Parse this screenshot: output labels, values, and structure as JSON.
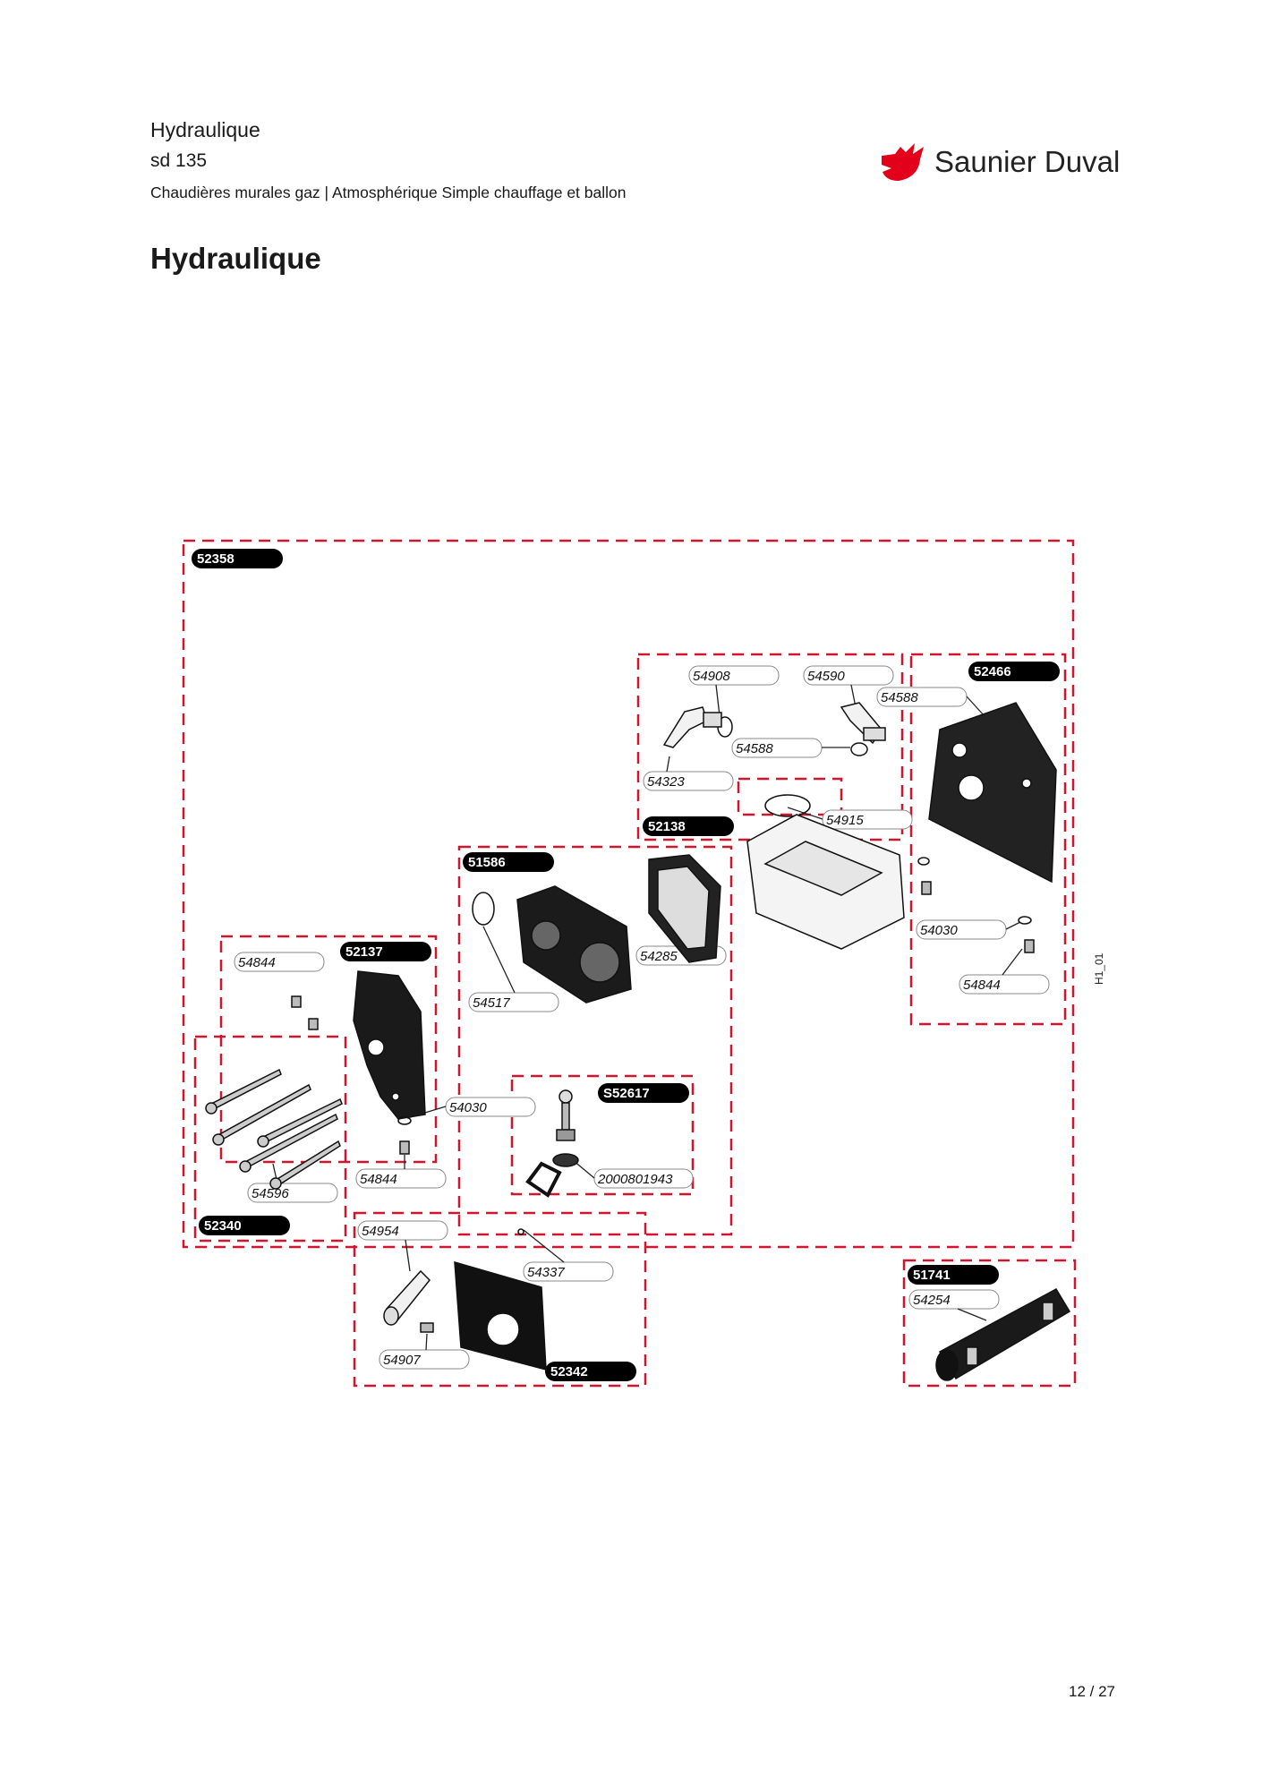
{
  "header": {
    "section": "Hydraulique",
    "model": "sd 135",
    "description": "Chaudières murales gaz | Atmosphérique Simple chauffage et ballon"
  },
  "brand": {
    "name": "Saunier Duval",
    "color": "#e2001a"
  },
  "page_title": "Hydraulique",
  "diagram": {
    "frame_color": "#d0162f",
    "drawing_code": "H1_01",
    "group_labels": {
      "g52358": "52358",
      "g52466": "52466",
      "g52138": "52138",
      "g51586": "51586",
      "g52137": "52137",
      "g52340": "52340",
      "gS52617": "S52617",
      "g52342": "52342",
      "g51741": "51741"
    },
    "part_labels": {
      "p54908": "54908",
      "p54590": "54590",
      "p54588a": "54588",
      "p54588b": "54588",
      "p54323": "54323",
      "p54915": "54915",
      "p54285": "54285",
      "p54517": "54517",
      "p54030a": "54030",
      "p54844a": "54844",
      "p54844b": "54844",
      "p54844c": "54844",
      "p54030b": "54030",
      "p54596": "54596",
      "p2000801943": "2000801943",
      "p54954": "54954",
      "p54337": "54337",
      "p54907": "54907",
      "p54254": "54254"
    }
  },
  "footer": {
    "page": "12 / 27"
  }
}
